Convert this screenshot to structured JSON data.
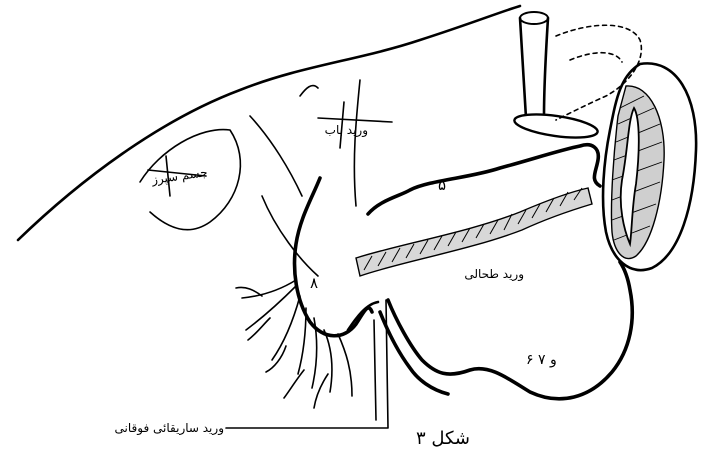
{
  "figure": {
    "caption": "شکل ۳",
    "labels": {
      "portal_vein": "ورید باب",
      "spleen": "جسم سپرز",
      "splenic_vein": "ورید طحالی",
      "superior_mesenteric_vein": "ورید ساریقائی فوقانی",
      "number_5": "۵",
      "number_6_7": "۶ و ۷",
      "number_8": "۸"
    }
  }
}
